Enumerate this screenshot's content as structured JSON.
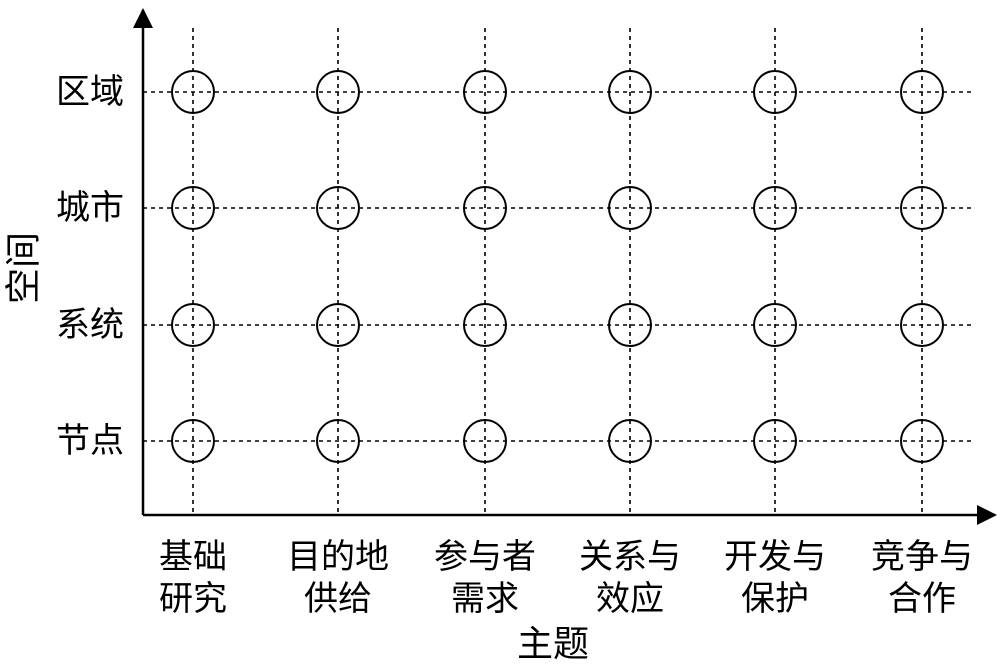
{
  "diagram": {
    "x_axis_title": "主题",
    "y_axis_title": "空间",
    "x_categories": [
      [
        "基础",
        "研究"
      ],
      [
        "目的地",
        "供给"
      ],
      [
        "参与者",
        "需求"
      ],
      [
        "关系与",
        "效应"
      ],
      [
        "开发与",
        "保护"
      ],
      [
        "竞争与",
        "合作"
      ]
    ],
    "y_categories": [
      "区域",
      "城市",
      "系统",
      "节点"
    ],
    "node_shape": "circle",
    "grid_style": "dashed"
  }
}
